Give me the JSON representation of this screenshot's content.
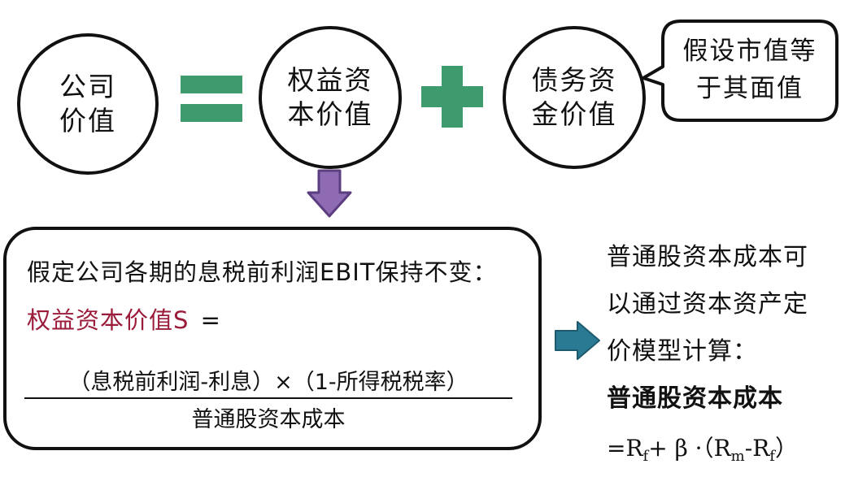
{
  "company_value": {
    "line1": "公司",
    "line2": "价值"
  },
  "equity_value": {
    "line1": "权益资",
    "line2": "本价值"
  },
  "debt_value": {
    "line1": "债务资",
    "line2": "金价值"
  },
  "callout": {
    "line1": "假设市值等",
    "line2": "于其面值"
  },
  "formula_box": {
    "assumption": "假定公司各期的息税前利润EBIT保持不变：",
    "equity_label": "权益资本价值S",
    "equals": "=",
    "numerator": "（息税前利润-利息）×（1-所得税税率）",
    "denominator": "普通股资本成本"
  },
  "capm": {
    "line1": "普通股资本成本可",
    "line2": "以通过资本资产定",
    "line3": "价模型计算：",
    "line4": "普通股资本成本",
    "formula_eq": "=R",
    "rf_sub": "f",
    "plus_beta": "+ β ·（R",
    "rm_sub": "m",
    "minus_r": "-R",
    "rf_sub2": "f",
    "close": "）"
  },
  "colors": {
    "equals_green": "#3d9b6d",
    "plus_green": "#3d9b6d",
    "down_arrow_purple": "#8e6bb3",
    "right_arrow_teal": "#2b7a93",
    "accent_red": "#9b1c3a"
  }
}
